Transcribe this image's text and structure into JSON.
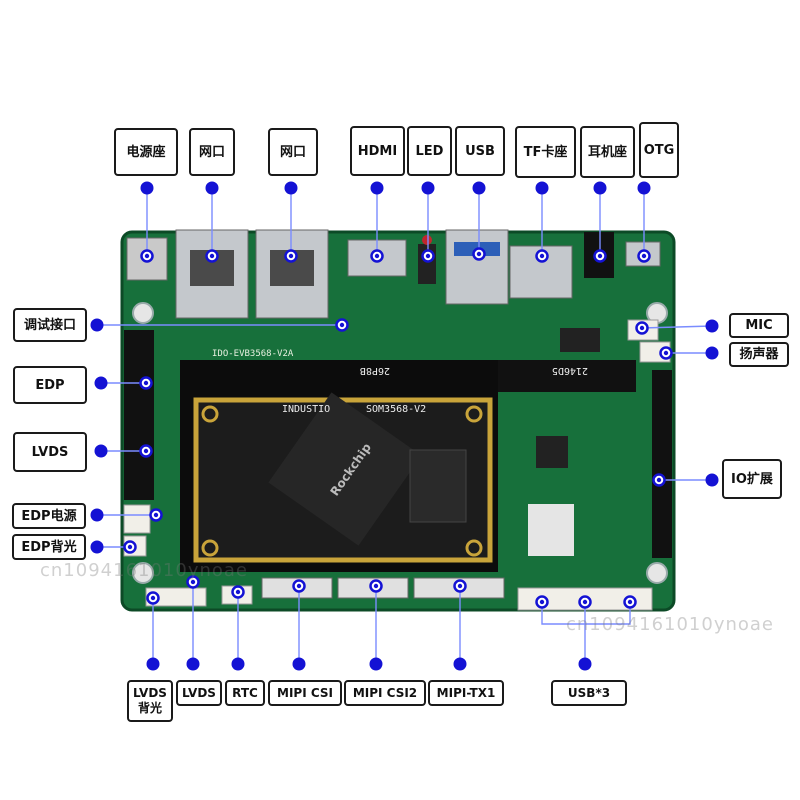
{
  "colors": {
    "pcb": "#17703b",
    "pcb_dark": "#0f5a2e",
    "marker": "#1412d4",
    "line": "#7a8cff",
    "metal": "#c4c8cc",
    "som": "#1c1c1c",
    "gold": "#c9a43a"
  },
  "labels": {
    "power_jack": "电源座",
    "ethernet_1": "网口",
    "ethernet_2": "网口",
    "hdmi": "HDMI",
    "led": "LED",
    "usb": "USB",
    "tf_slot": "TF卡座",
    "headphone_jack": "耳机座",
    "otg": "OTG",
    "debug_port": "调试接口",
    "edp": "EDP",
    "lvds": "LVDS",
    "edp_power": "EDP电源",
    "edp_backlight": "EDP背光",
    "mic": "MIC",
    "speaker": "扬声器",
    "io_expansion": "IO扩展",
    "lvds_backlight": "LVDS 背光",
    "lvds_bottom": "LVDS",
    "rtc": "RTC",
    "mipi_csi": "MIPI CSI",
    "mipi_csi2": "MIPI CSI2",
    "mipi_tx1": "MIPI-TX1",
    "usb_x3": "USB*3"
  },
  "board_silk": {
    "board_id": "IDO-EVB3568-V2A",
    "som_brand": "INDUSTIO",
    "som_model": "SOM3568-V2",
    "chip_brand": "Rockchip",
    "ddr_tag": "26P8B",
    "ddr_tag_2": "2146D5"
  },
  "watermarks": [
    "cn1094161010ynoae",
    "cn1094161010ynoae",
    "cn1094161010ynoae",
    "cn1094161010ynoae",
    "cn1094161010ynoae"
  ]
}
